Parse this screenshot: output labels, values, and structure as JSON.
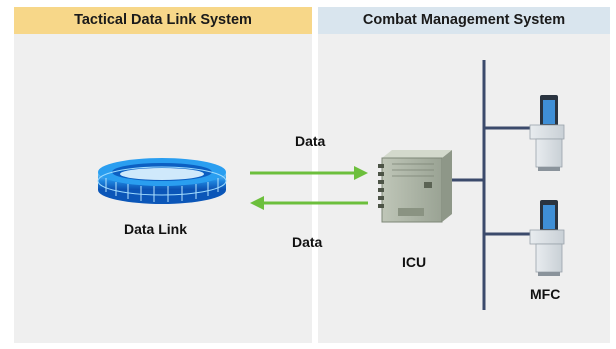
{
  "headers": {
    "left": "Tactical Data Link System",
    "right": "Combat Management System"
  },
  "labels": {
    "data_link": "Data Link",
    "data_top": "Data",
    "data_bottom": "Data",
    "icu": "ICU",
    "mfc": "MFC"
  },
  "colors": {
    "left_header": "#f7d789",
    "right_header": "#d9e5ee",
    "arrow": "#6cbf3c",
    "bus": "#3b4a6b"
  }
}
